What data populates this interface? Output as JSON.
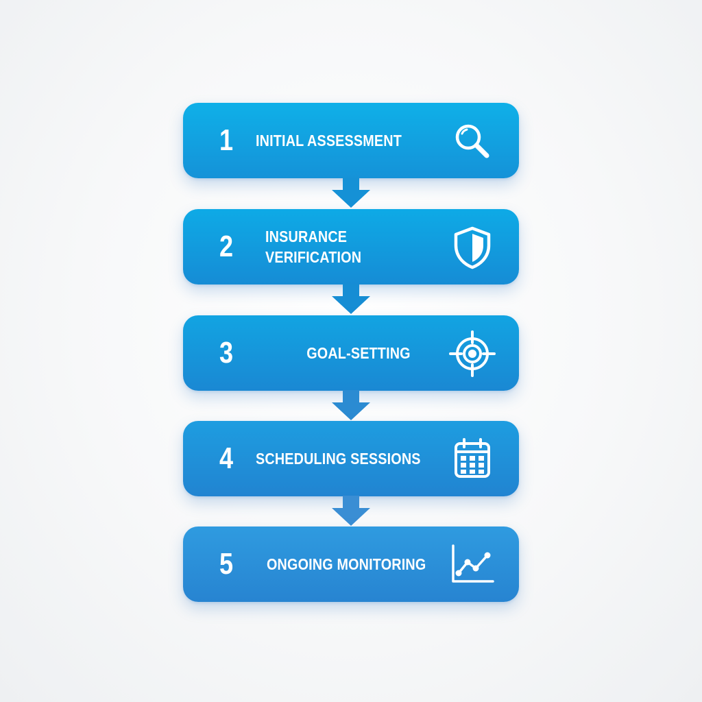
{
  "steps": [
    {
      "number": "1",
      "label": "INITIAL ASSESSMENT",
      "icon": "magnifier-icon"
    },
    {
      "number": "2",
      "label_line1": "INSURANCE",
      "label_line2": "VERIFICATION",
      "icon": "shield-icon"
    },
    {
      "number": "3",
      "label": "GOAL-SETTING",
      "icon": "target-icon"
    },
    {
      "number": "4",
      "label": "SCHEDULING SESSIONS",
      "icon": "calendar-icon"
    },
    {
      "number": "5",
      "label": "ONGOING MONITORING",
      "icon": "line-chart-icon"
    }
  ],
  "colors": {
    "step_top": "#0fb0e8",
    "step_bottom": "#2784d1",
    "arrow": "#1a8fd6",
    "text": "#ffffff",
    "background": "#f4f6f7"
  }
}
